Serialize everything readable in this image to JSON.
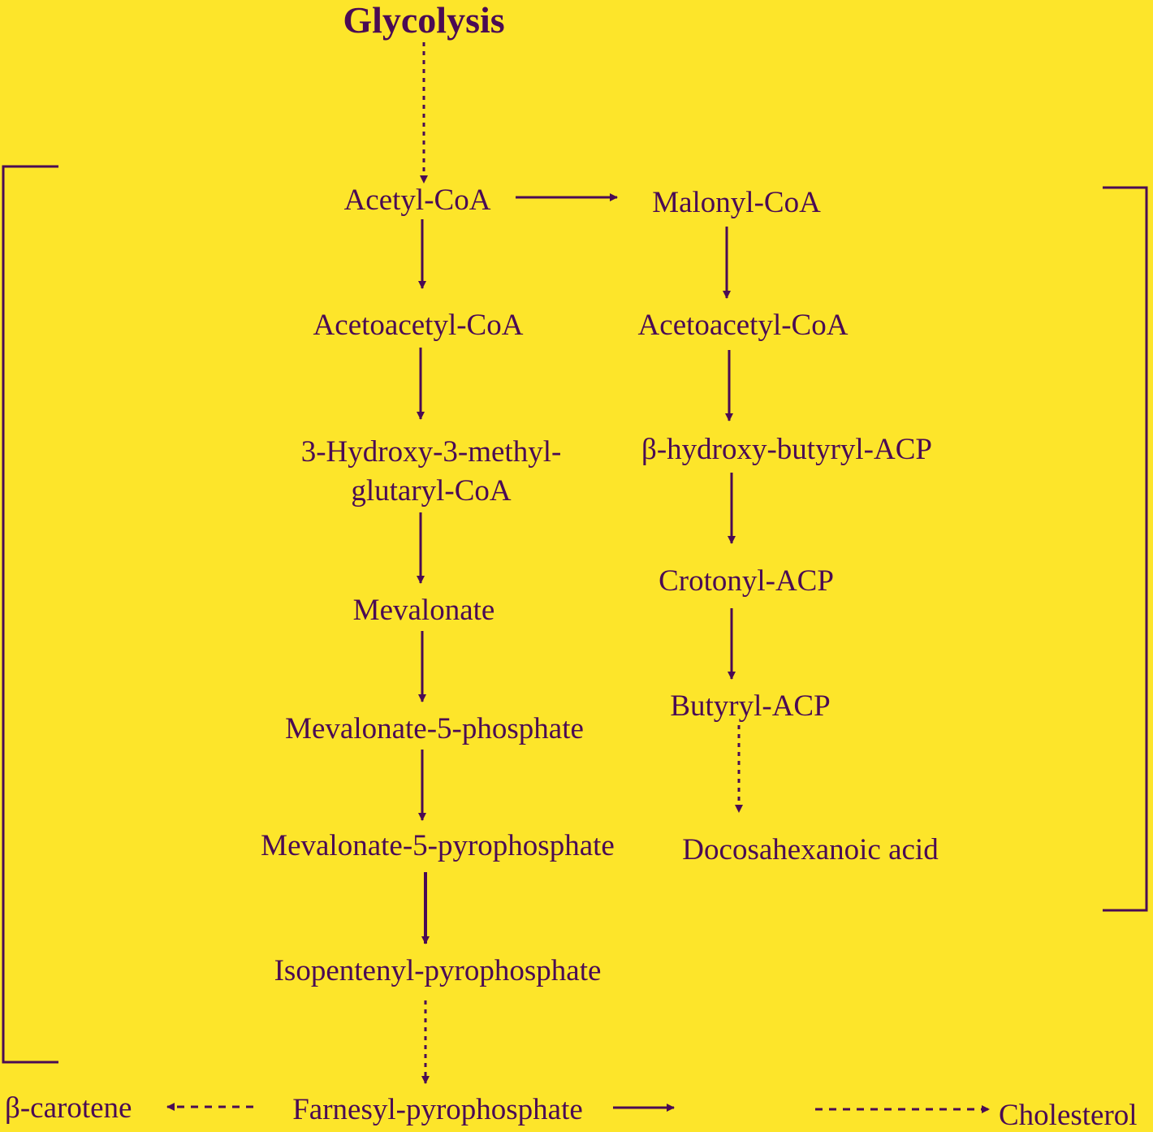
{
  "diagram": {
    "title": "Glycolysis",
    "left_pathway": {
      "acetyl_coa": "Acetyl-CoA",
      "acetoacetyl_coa": "Acetoacetyl-CoA",
      "hmg_coa_line1": "3-Hydroxy-3-methyl-",
      "hmg_coa_line2": "glutaryl-CoA",
      "mevalonate": "Mevalonate",
      "mevalonate_5_phosphate": "Mevalonate-5-phosphate",
      "mevalonate_5_pyrophosphate": "Mevalonate-5-pyrophosphate",
      "isopentenyl_pyrophosphate": "Isopentenyl-pyrophosphate",
      "farnesyl_pyrophosphate": "Farnesyl-pyrophosphate"
    },
    "right_pathway": {
      "malonyl_coa": "Malonyl-CoA",
      "acetoacetyl_coa": "Acetoacetyl-CoA",
      "beta_hydroxy_butyryl_acp": "β-hydroxy-butyryl-ACP",
      "crotonyl_acp": "Crotonyl-ACP",
      "butyryl_acp": "Butyryl-ACP",
      "docosahexanoic_acid": "Docosahexanoic acid"
    },
    "outputs": {
      "beta_carotene": "β-carotene",
      "cholesterol": "Cholesterol"
    },
    "colors": {
      "background": "#fde52a",
      "ink": "#4a0b54"
    }
  }
}
